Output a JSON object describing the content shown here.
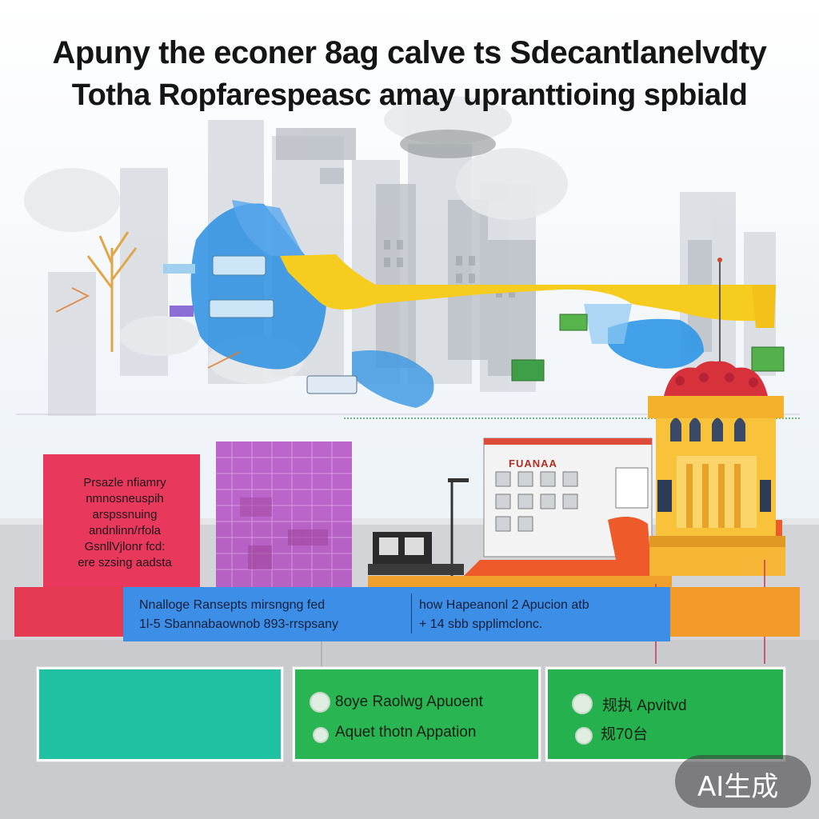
{
  "header": {
    "title_line_1": "Apuny the econer 8ag calve  ts Sdecantlanelvdty",
    "title_line_2": "Totha Ropfarespeasc amay upranttioing spbiald"
  },
  "pink_card": {
    "lines": [
      "Prsazle nfiamry",
      "nmnosneuspih",
      "arspssnuing",
      "andnlinn/rfola",
      "GsnllVjlonr fcd:",
      "ere szsing aadsta"
    ]
  },
  "building_sign": {
    "label": "FUANAA"
  },
  "blue_strip": {
    "left_line_1": "Nnalloge Ransepts mirsngng fed",
    "left_line_2": "1l-5 Sbannabaownob 893-rrspsany",
    "right_line_1": "how  Hapeanonl  2 Apucion atb",
    "right_line_2": "+ 14 sbb spplimclonc."
  },
  "green_boxes": {
    "box2_item1": "8oye Raolwg Apuoent",
    "box2_item2": "Aquet  thotn  Appation",
    "box3_item1": "规执 Apvitvd",
    "box3_item2": "规70台"
  },
  "watermark": {
    "label": "AI生成"
  },
  "colors": {
    "pink": "#e8385c",
    "purple": "#b34dc2",
    "blue": "#3d8ee6",
    "orange": "#f29a2a",
    "teal": "#20c0a2",
    "green": "#28b552",
    "yellow": "#f6cd1f"
  }
}
